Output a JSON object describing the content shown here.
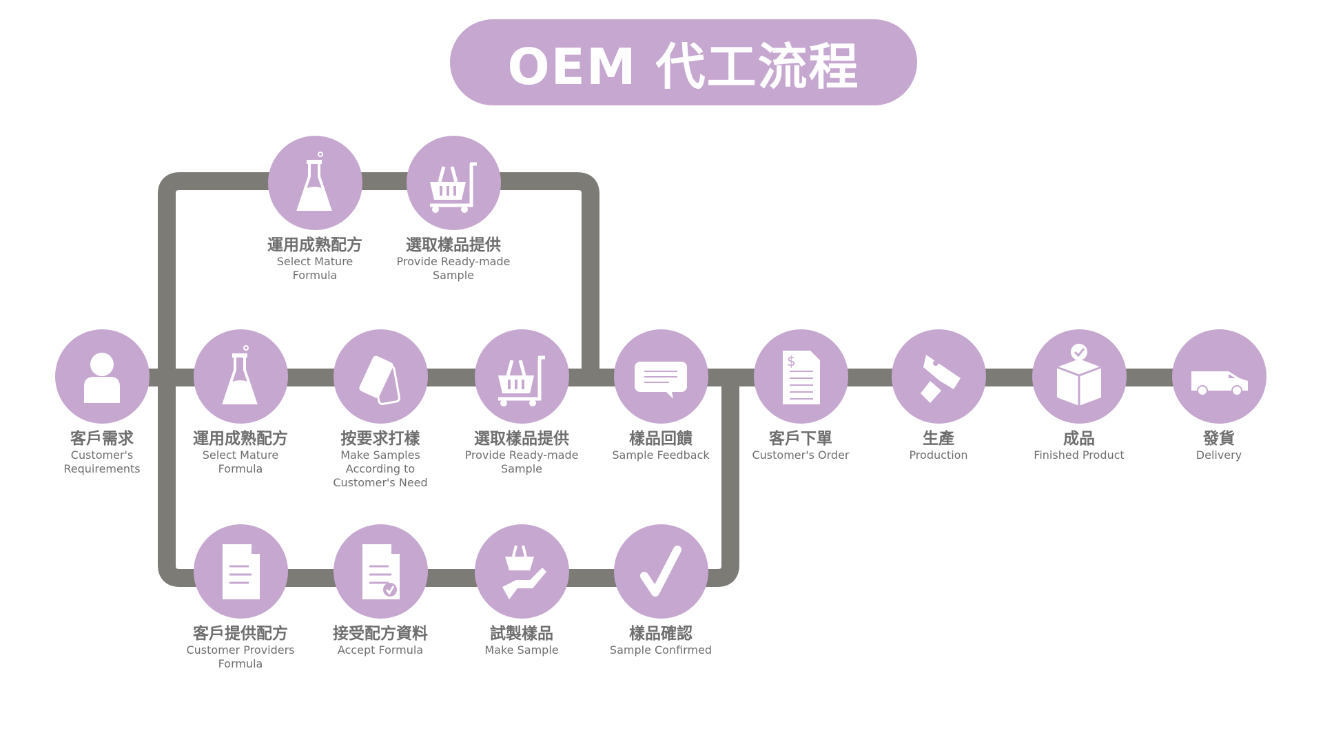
{
  "title": "OEM 代工流程",
  "colors": {
    "accent": "#c6a7d0",
    "connector": "#7d7b76",
    "text": "#6e6e6e"
  },
  "nodes": [
    {
      "id": "customer-requirements",
      "icon": "person-icon",
      "zh": "客戶需求",
      "en": "Customer's\nRequirements"
    },
    {
      "id": "select-mature-formula",
      "icon": "flask-icon",
      "zh": "運用成熟配方",
      "en": "Select Mature\nFormula"
    },
    {
      "id": "make-samples-according",
      "icon": "tag-icon",
      "zh": "按要求打樣",
      "en": "Make Samples\nAccording to\nCustomer's Need"
    },
    {
      "id": "provide-ready-made-sample",
      "icon": "shopping-cart-icon",
      "zh": "選取樣品提供",
      "en": "Provide Ready-made\nSample"
    },
    {
      "id": "sample-feedback",
      "icon": "message-icon",
      "zh": "樣品回饋",
      "en": "Sample Feedback"
    },
    {
      "id": "customer-order",
      "icon": "invoice-icon",
      "zh": "客戶下單",
      "en": "Customer's Order"
    },
    {
      "id": "production",
      "icon": "spray-gun-icon",
      "zh": "生產",
      "en": "Production"
    },
    {
      "id": "finished-product",
      "icon": "box-check-icon",
      "zh": "成品",
      "en": "Finished Product"
    },
    {
      "id": "delivery",
      "icon": "van-icon",
      "zh": "發貨",
      "en": "Delivery"
    },
    {
      "id": "top-select-mature-formula",
      "icon": "flask-icon",
      "zh": "運用成熟配方",
      "en": "Select Mature\nFormula"
    },
    {
      "id": "top-provide-ready-made-sample",
      "icon": "shopping-cart-icon",
      "zh": "選取樣品提供",
      "en": "Provide Ready-made\nSample"
    },
    {
      "id": "customer-provides-formula",
      "icon": "document-icon",
      "zh": "客戶提供配方",
      "en": "Customer Providers\nFormula"
    },
    {
      "id": "accept-formula",
      "icon": "document-check-icon",
      "zh": "接受配方資料",
      "en": "Accept Formula"
    },
    {
      "id": "make-sample",
      "icon": "hand-basket-icon",
      "zh": "試製樣品",
      "en": "Make Sample"
    },
    {
      "id": "sample-confirmed",
      "icon": "checkmark-icon",
      "zh": "樣品確認",
      "en": "Sample Confirmed"
    }
  ]
}
